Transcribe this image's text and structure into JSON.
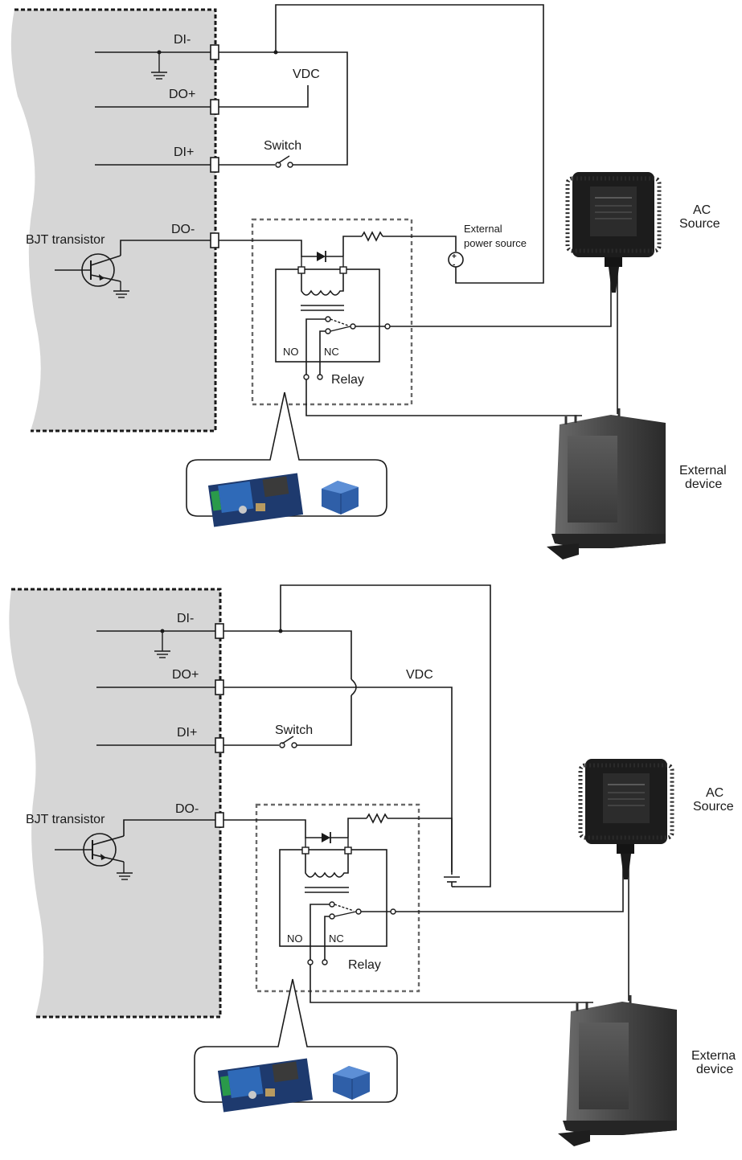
{
  "diagrams": [
    {
      "labels": {
        "di_minus": "DI-",
        "do_plus": "DO+",
        "di_plus": "DI+",
        "do_minus": "DO-",
        "vdc": "VDC",
        "switch": "Switch",
        "bjt": "BJT transistor",
        "ext_power_1": "External",
        "ext_power_2": "power source",
        "no": "NO",
        "nc": "NC",
        "relay": "Relay",
        "ac_1": "AC",
        "ac_2": "Source",
        "ext_dev_1": "External",
        "ext_dev_2": "device"
      }
    },
    {
      "labels": {
        "di_minus": "DI-",
        "do_plus": "DO+",
        "di_plus": "DI+",
        "do_minus": "DO-",
        "vdc": "VDC",
        "switch": "Switch",
        "bjt": "BJT transistor",
        "no": "NO",
        "nc": "NC",
        "relay": "Relay",
        "ac_1": "AC",
        "ac_2": "Source",
        "ext_dev_1": "Externa",
        "ext_dev_2": "device"
      }
    }
  ],
  "icons": {
    "adapter": "ac-adapter-icon",
    "device": "external-device-icon",
    "relay_board": "relay-board-icon",
    "relay_cube": "relay-cube-icon",
    "transistor": "bjt-transistor-icon",
    "ground": "ground-icon",
    "diode": "diode-icon",
    "resistor": "resistor-icon"
  }
}
